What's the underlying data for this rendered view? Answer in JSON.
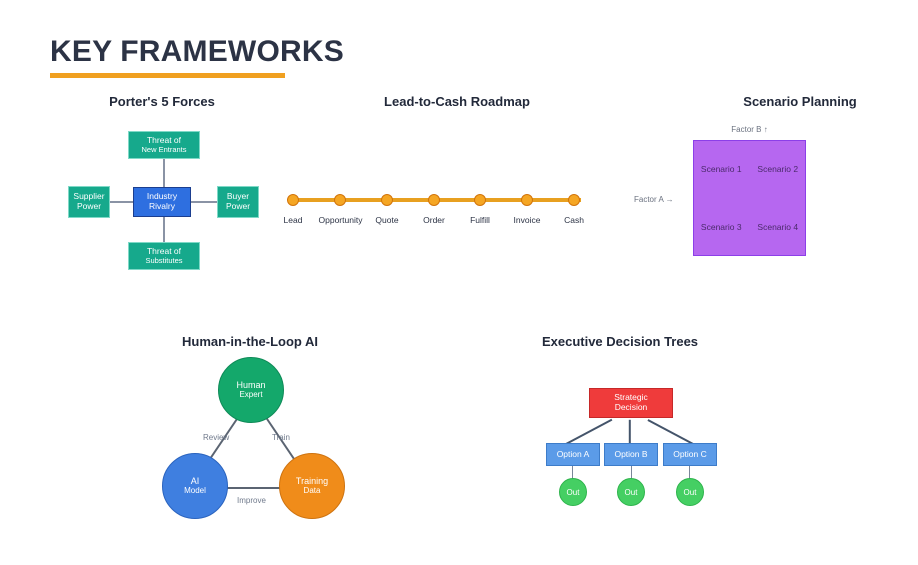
{
  "page": {
    "title": "KEY FRAMEWORKS",
    "accent_color": "#F0A020",
    "title_color": "#2C3345",
    "background": "#FFFFFF"
  },
  "sections": {
    "porter": {
      "title": "Porter's 5 Forces",
      "center": {
        "line1": "Industry",
        "line2": "Rivalry",
        "color": "#2E6FE0"
      },
      "forces": [
        {
          "id": "new-entrants",
          "line1": "Threat of",
          "line2": "New Entrants",
          "position": "top",
          "color": "#16A98C"
        },
        {
          "id": "supplier-power",
          "line1": "Supplier",
          "line2": "Power",
          "position": "left",
          "color": "#16A98C"
        },
        {
          "id": "buyer-power",
          "line1": "Buyer",
          "line2": "Power",
          "position": "right",
          "color": "#16A98C"
        },
        {
          "id": "substitutes",
          "line1": "Threat of",
          "line2": "Substitutes",
          "position": "bottom",
          "color": "#16A98C"
        }
      ]
    },
    "roadmap": {
      "title": "Lead-to-Cash Roadmap",
      "line_color": "#E8A020",
      "dot_color": "#F5A623",
      "stages": [
        "Lead",
        "Opportunity",
        "Quote",
        "Order",
        "Fulfill",
        "Invoice",
        "Cash"
      ]
    },
    "scenario": {
      "title": "Scenario Planning",
      "axis_x": "Factor A →",
      "axis_y": "Factor B ↑",
      "fill_color": "#B667F0",
      "cells": [
        "Scenario 1",
        "Scenario 2",
        "Scenario 3",
        "Scenario 4"
      ]
    },
    "hitl": {
      "title": "Human-in-the-Loop AI",
      "nodes": [
        {
          "id": "human-expert",
          "line1": "Human",
          "line2": "Expert",
          "color": "#14A86B"
        },
        {
          "id": "ai-model",
          "line1": "AI",
          "line2": "Model",
          "color": "#3F7FE0"
        },
        {
          "id": "training-data",
          "line1": "Training",
          "line2": "Data",
          "color": "#F08C1A"
        }
      ],
      "edges": [
        {
          "id": "review",
          "label": "Review"
        },
        {
          "id": "train",
          "label": "Train"
        },
        {
          "id": "improve",
          "label": "Improve"
        }
      ]
    },
    "decision_tree": {
      "title": "Executive Decision Trees",
      "root": {
        "line1": "Strategic",
        "line2": "Decision",
        "color": "#EF3B3B"
      },
      "options": [
        {
          "id": "option-a",
          "label": "Option A",
          "color": "#5B9BE8"
        },
        {
          "id": "option-b",
          "label": "Option B",
          "color": "#5B9BE8"
        },
        {
          "id": "option-c",
          "label": "Option C",
          "color": "#5B9BE8"
        }
      ],
      "leaves": [
        {
          "id": "out-a",
          "label": "Out",
          "color": "#45CF63"
        },
        {
          "id": "out-b",
          "label": "Out",
          "color": "#45CF63"
        },
        {
          "id": "out-c",
          "label": "Out",
          "color": "#45CF63"
        }
      ]
    }
  }
}
